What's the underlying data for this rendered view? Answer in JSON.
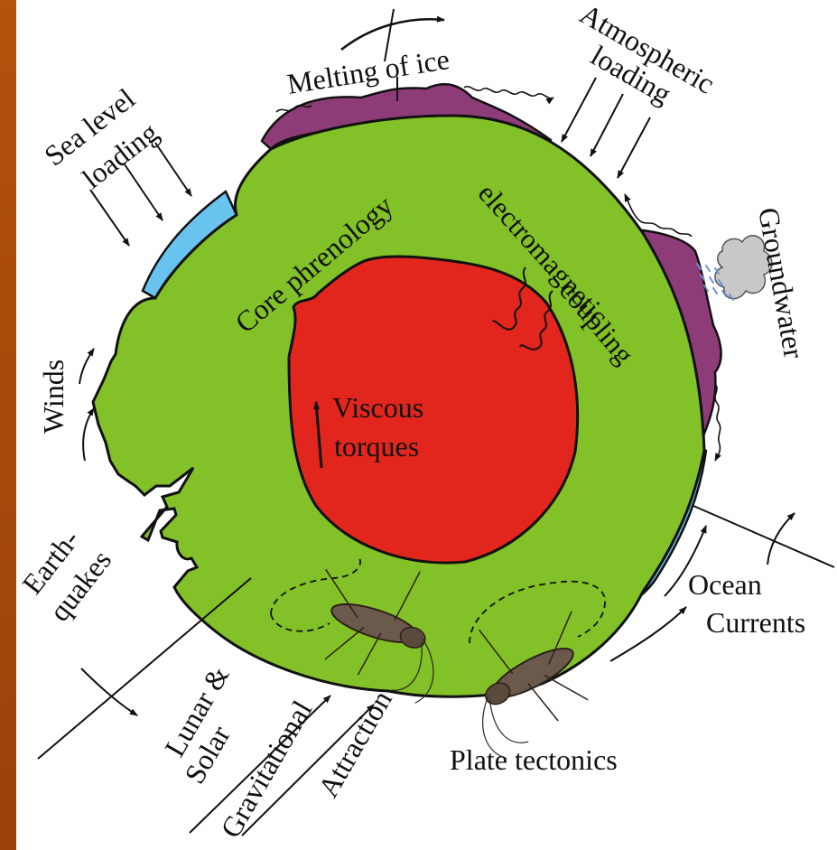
{
  "colors": {
    "frame_bg": "#b5520b",
    "earth_green": "#82c128",
    "core_red": "#e3261d",
    "ice_purple": "#8e3c78",
    "ocean_blue": "#69c3ef",
    "cloud_grey": "#c8c8c8",
    "rain_blue": "#6a8fd8"
  },
  "labels": {
    "melting_of_ice": "Melting of ice",
    "atmospheric_1": "Atmospheric",
    "atmospheric_2": "loading",
    "sea_level_1": "Sea level",
    "sea_level_2": "loading",
    "groundwater": "Groundwater",
    "core_phrenology": "Core phrenology",
    "electromagnetic": "electromagnetic",
    "coupling": "coupling",
    "viscous": "Viscous",
    "torques": "torques",
    "winds": "Winds",
    "earthquakes_1": "Earth-",
    "earthquakes_2": "quakes",
    "ocean": "Ocean",
    "currents": "Currents",
    "lunar_1": "Lunar &",
    "lunar_2": "Solar",
    "gravitational": "Gravitational",
    "attraction": "Attraction",
    "plate_tectonics": "Plate tectonics"
  },
  "icons": [
    "cloud-icon",
    "rain-icon",
    "cockroach-icon"
  ]
}
